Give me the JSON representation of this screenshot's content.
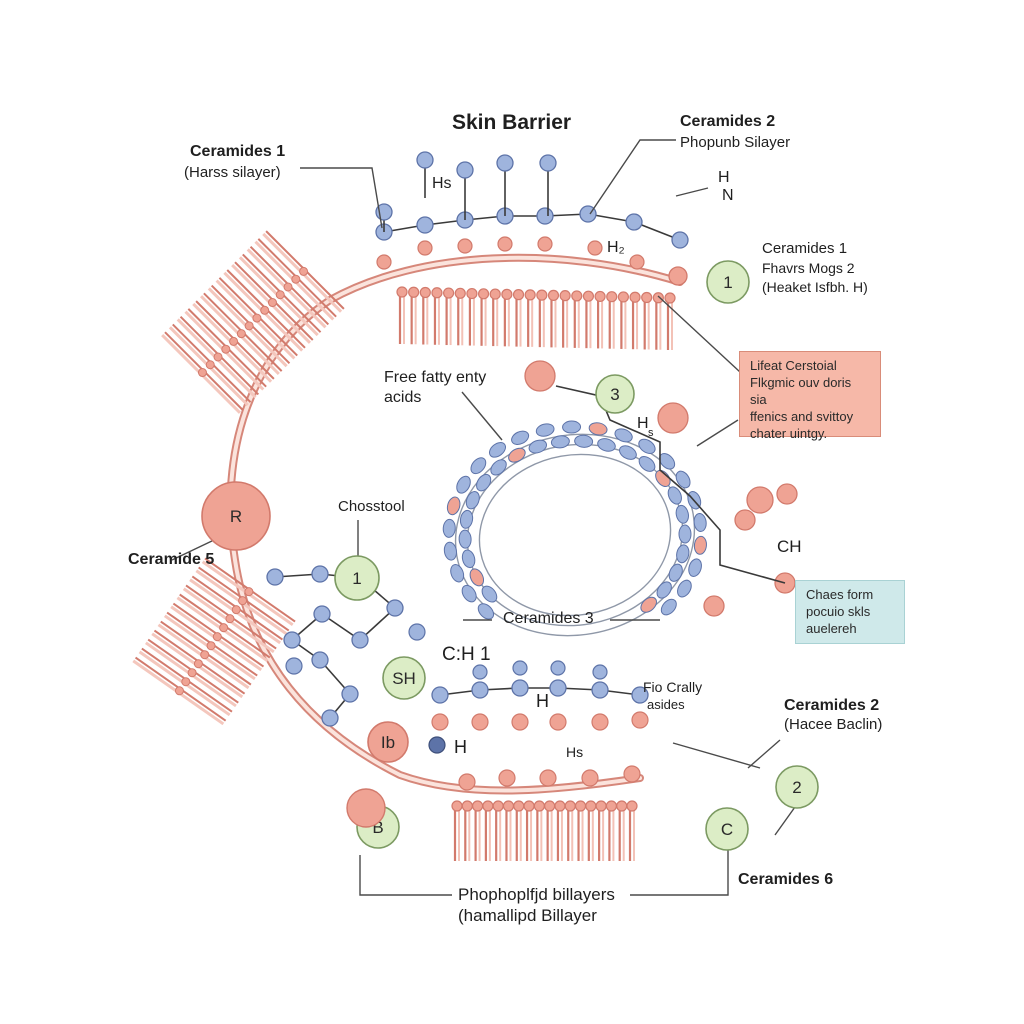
{
  "diagram": {
    "title": "Skin Barrier",
    "colors": {
      "pink": "#efa394",
      "pink_dark": "#d27a6c",
      "blue": "#9fb4dd",
      "blue_dark": "#5d73a8",
      "green": "#dcedc6",
      "green_dark": "#7c9a62",
      "line": "#3a3a3a",
      "callout_pink": "#f6b8a8",
      "callout_teal": "#cfe9ea"
    },
    "labels": {
      "ceramides1_top": "Ceramides 1",
      "ceramides1_top_sub": "(Harss silayer)",
      "ceramides2_top": "Ceramides 2",
      "ceramides2_top_sub": "Phopunb Silayer",
      "ceramides1_right": "Ceramides 1",
      "ceramides1_right_sub1": "Fhavrs Mogs 2",
      "ceramides1_right_sub2": "(Heaket Isfbh. H)",
      "free_fatty": "Free fatty enty",
      "free_fatty_2": "acids",
      "chosstool": "Chosstool",
      "ceramide5": "Ceramide 5",
      "ceramides3": "Ceramides 3",
      "ch1": "C:H 1",
      "fio_crally": "Fio  Crally",
      "asides": "asides",
      "ceramides2_bottom": "Ceramides 2",
      "ceramides2_bottom_sub": "(Hacee Baclin)",
      "ceramides6": "Ceramides 6",
      "phospholipid_1": "Phophoplfjd billayers",
      "phospholipid_2": "(hamallipd Billayer"
    },
    "chem": {
      "hs": "Hs",
      "h_top": "H",
      "n_top": "N",
      "h2": "H₂",
      "h_mid": "H",
      "s_mid": "s",
      "ch": "CH",
      "h_low": "H",
      "h_low2": "H",
      "hs_low": "Hs",
      "sh": "SH"
    },
    "nodes": {
      "n1_top": "1",
      "n3": "3",
      "n1_left": "1",
      "n2_right": "2",
      "nc": "C",
      "nb": "B",
      "nr": "R",
      "nh": "Ib",
      "sh": "SH"
    },
    "callouts": {
      "pink_box": "Lifeat Cerstoial\nFlkgmic ouv doris sia\nffenics and svittoy\nchater uintgy.",
      "teal_box": "Chaes form\npocuio skls\nauelereh"
    }
  }
}
